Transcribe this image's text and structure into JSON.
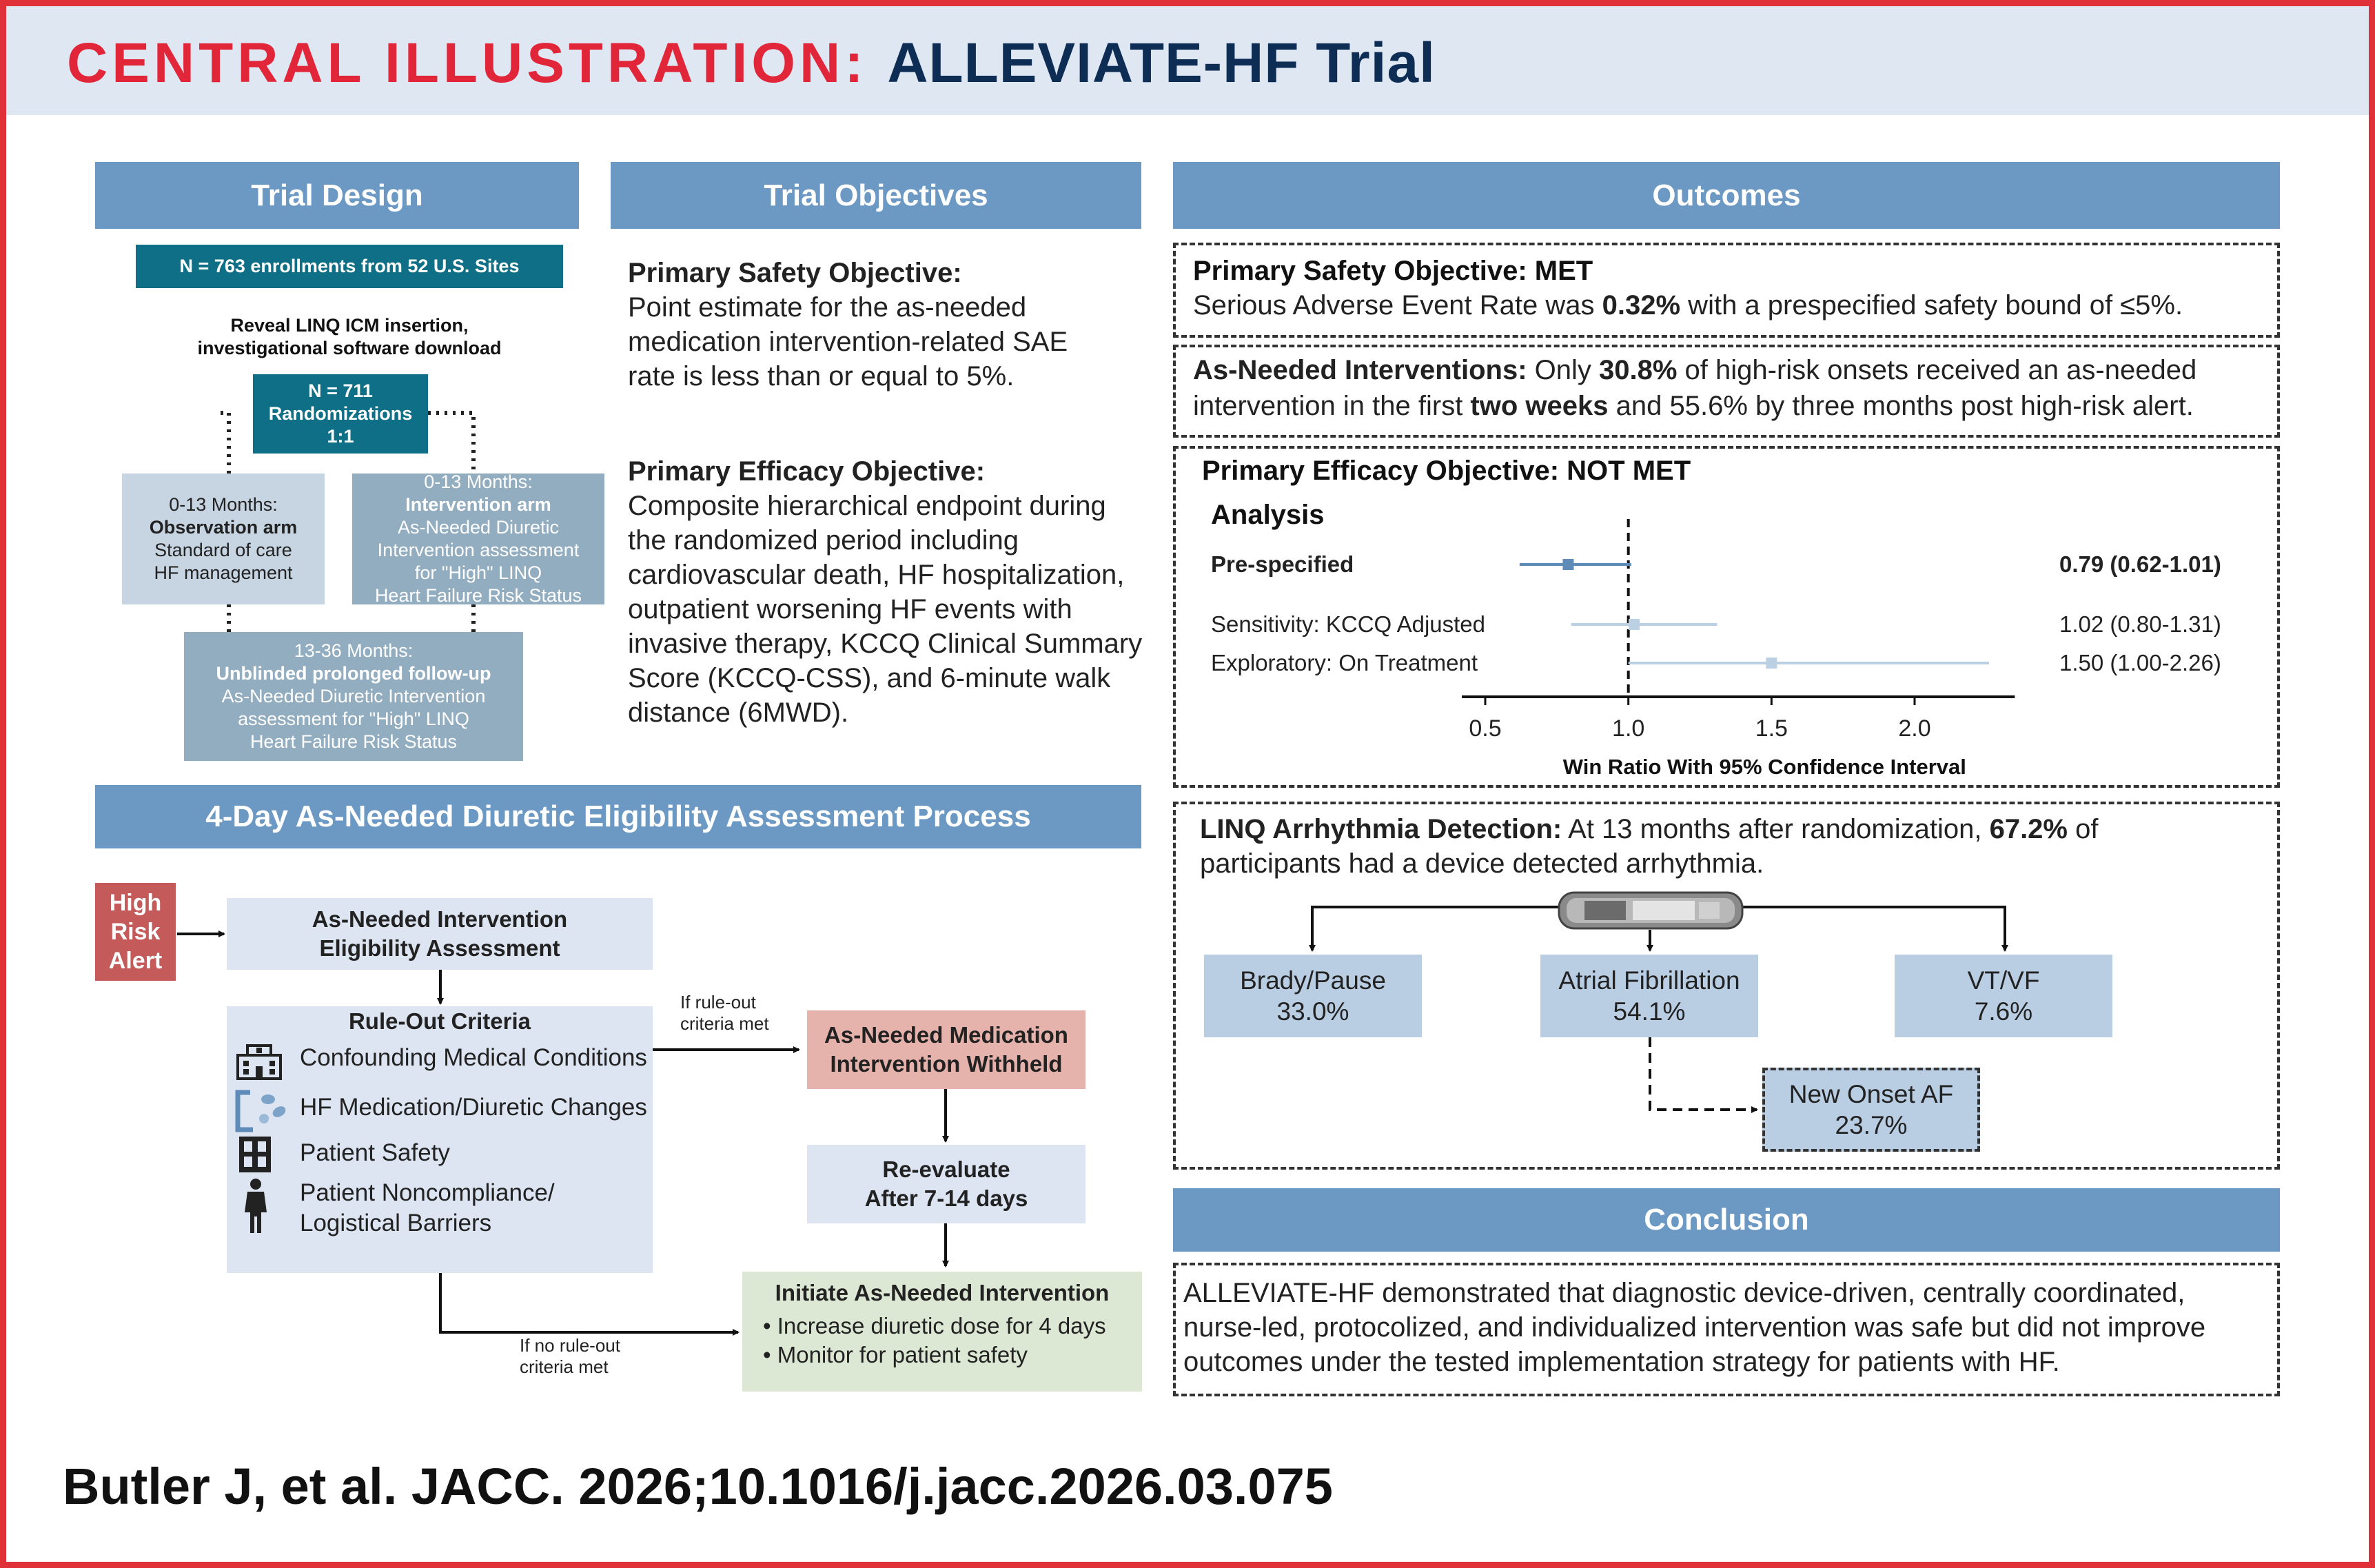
{
  "title": {
    "label": "CENTRAL ILLUSTRATION:",
    "name": "ALLEVIATE-HF Trial"
  },
  "trial_design": {
    "header": "Trial Design",
    "enrollments": "N = 763 enrollments from 52 U.S. Sites",
    "insertion_line1": "Reveal LINQ ICM insertion,",
    "insertion_line2": "investigational software download",
    "rand_line1": "N = 711",
    "rand_line2": "Randomizations",
    "rand_line3": "1:1",
    "obs_line1": "0-13 Months:",
    "obs_line2": "Observation arm",
    "obs_line3": "Standard of care",
    "obs_line4": "HF management",
    "int_line1": "0-13 Months:",
    "int_line2": "Intervention arm",
    "int_line3": "As-Needed Diuretic",
    "int_line4": "Intervention assessment",
    "int_line5": "for \"High\" LINQ",
    "int_line6": "Heart Failure Risk Status",
    "fu_line1": "13-36 Months:",
    "fu_line2": "Unblinded prolonged follow-up",
    "fu_line3": "As-Needed Diuretic Intervention",
    "fu_line4": "assessment for \"High\" LINQ",
    "fu_line5": "Heart Failure Risk Status"
  },
  "objectives": {
    "header": "Trial Objectives",
    "safety_title": "Primary Safety Objective:",
    "safety_lines": [
      "Point estimate for the as-needed",
      "medication intervention-related SAE",
      "rate is less than or equal to 5%."
    ],
    "efficacy_title": "Primary Efficacy Objective:",
    "efficacy_lines": [
      "Composite hierarchical endpoint during",
      "the randomized period including",
      "cardiovascular death, HF hospitalization,",
      "outpatient worsening HF events with",
      "invasive therapy, KCCQ Clinical Summary",
      "Score (KCCQ-CSS), and 6-minute walk",
      "distance (6MWD)."
    ]
  },
  "process": {
    "header": "4-Day As-Needed Diuretic Eligibility Assessment Process",
    "alert_lines": [
      "High",
      "Risk",
      "Alert"
    ],
    "eligibility_lines": [
      "As-Needed Intervention",
      "Eligibility Assessment"
    ],
    "ruleout_title": "Rule-Out Criteria",
    "criteria": [
      "Confounding Medical Conditions",
      "HF Medication/Diuretic Changes",
      "Patient Safety",
      "Patient Noncompliance/",
      "Logistical Barriers"
    ],
    "if_met_lines": [
      "If rule-out",
      "criteria met"
    ],
    "withheld_lines": [
      "As-Needed Medication",
      "Intervention Withheld"
    ],
    "reevaluate_lines": [
      "Re-evaluate",
      "After 7-14 days"
    ],
    "if_no_lines": [
      "If no rule-out",
      "criteria met"
    ],
    "initiate_title": "Initiate As-Needed Intervention",
    "initiate_bullets": [
      "• Increase diuretic dose for 4 days",
      "• Monitor for patient safety"
    ]
  },
  "outcomes": {
    "header": "Outcomes",
    "safety_title": "Primary Safety Objective: MET",
    "safety_pre": "Serious Adverse Event Rate was ",
    "safety_value": "0.32%",
    "safety_post": " with a prespecified safety bound of ≤5%.",
    "asneeded_title": "As-Needed Interventions:",
    "asneeded_pre": " Only ",
    "asneeded_value": "30.8%",
    "asneeded_mid": " of high-risk onsets received an as-needed",
    "asneeded_line2_pre": "intervention in the first ",
    "asneeded_line2_bold": "two weeks",
    "asneeded_line2_post": " and 55.6% by three months post high-risk alert.",
    "efficacy_title": "Primary Efficacy Objective: NOT MET",
    "analysis_label": "Analysis",
    "arrhythmia_title": "LINQ Arrhythmia Detection:",
    "arrhythmia_pre": " At 13 months after randomization, ",
    "arrhythmia_value": "67.2%",
    "arrhythmia_post": " of",
    "arrhythmia_line2": "participants had a device detected arrhythmia.",
    "brady_label": "Brady/Pause",
    "brady_value": "33.0%",
    "af_label": "Atrial Fibrillation",
    "af_value": "54.1%",
    "vt_label": "VT/VF",
    "vt_value": "7.6%",
    "newaf_label": "New Onset AF",
    "newaf_value": "23.7%"
  },
  "conclusion": {
    "header": "Conclusion",
    "lines": [
      "ALLEVIATE-HF demonstrated that diagnostic device-driven, centrally coordinated,",
      "nurse-led, protocolized, and individualized intervention was safe but did not improve",
      "outcomes under the tested implementation strategy for patients with HF."
    ]
  },
  "citation": "Butler J, et al. JACC. 2026;10.1016/j.jacc.2026.03.075",
  "colors": {
    "red": "#e2263a",
    "navy": "#0d2d55",
    "header_blue": "#6b99c4",
    "teal": "#0f6f86",
    "ci_dark": "#5f8bb8",
    "ci_light": "#bcd0e4"
  },
  "chart_data": {
    "type": "forest",
    "xlabel": "Win Ratio With 95% Confidence Interval",
    "x_ticks": [
      "0.5",
      "1.0",
      "1.5",
      "2.0"
    ],
    "xlim": [
      0.5,
      2.35
    ],
    "reference_line": 1.0,
    "rows": [
      {
        "label": "Pre-specified",
        "estimate": 0.79,
        "lower": 0.62,
        "upper": 1.01,
        "text": "0.79 (0.62-1.01)",
        "bold": true
      },
      {
        "label": "Sensitivity: KCCQ Adjusted",
        "estimate": 1.02,
        "lower": 0.8,
        "upper": 1.31,
        "text": "1.02 (0.80-1.31)",
        "bold": false
      },
      {
        "label": "Exploratory: On Treatment",
        "estimate": 1.5,
        "lower": 1.0,
        "upper": 2.26,
        "text": "1.50 (1.00-2.26)",
        "bold": false
      }
    ]
  }
}
